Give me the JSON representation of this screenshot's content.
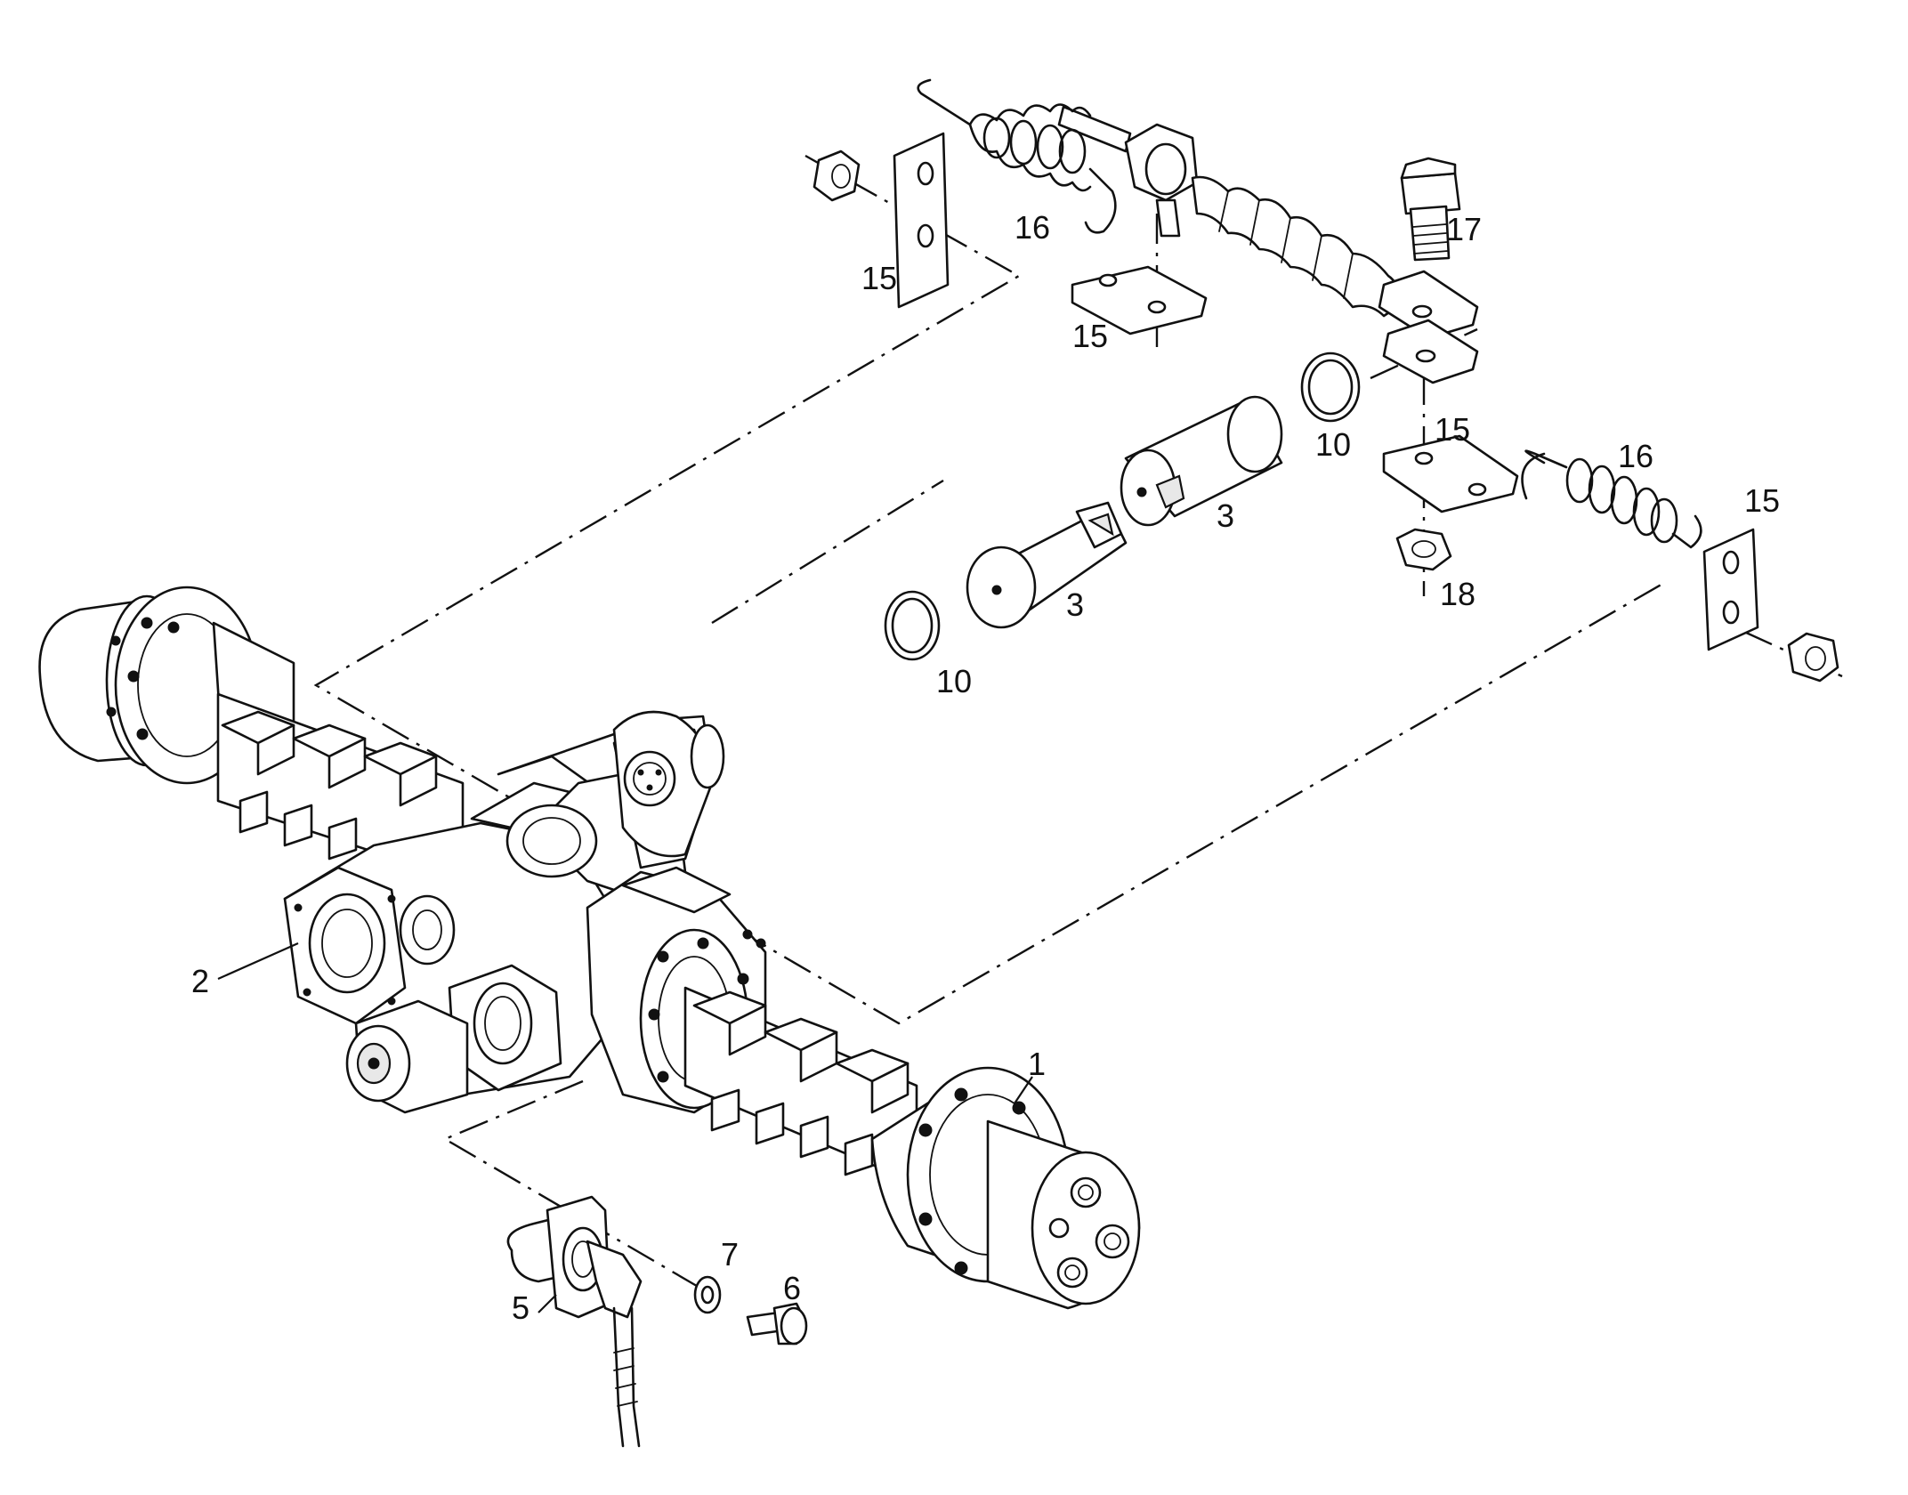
{
  "callouts": [
    {
      "id": "1",
      "text": "1"
    },
    {
      "id": "2",
      "text": "2"
    },
    {
      "id": "3a",
      "text": "3"
    },
    {
      "id": "3b",
      "text": "3"
    },
    {
      "id": "5",
      "text": "5"
    },
    {
      "id": "6",
      "text": "6"
    },
    {
      "id": "7",
      "text": "7"
    },
    {
      "id": "10a",
      "text": "10"
    },
    {
      "id": "10b",
      "text": "10"
    },
    {
      "id": "15a",
      "text": "15"
    },
    {
      "id": "15b",
      "text": "15"
    },
    {
      "id": "15c",
      "text": "15"
    },
    {
      "id": "15d",
      "text": "15"
    },
    {
      "id": "16a",
      "text": "16"
    },
    {
      "id": "16b",
      "text": "16"
    },
    {
      "id": "17",
      "text": "17"
    },
    {
      "id": "18",
      "text": "18"
    }
  ],
  "colors": {
    "line": "#111111",
    "background": "#ffffff"
  }
}
